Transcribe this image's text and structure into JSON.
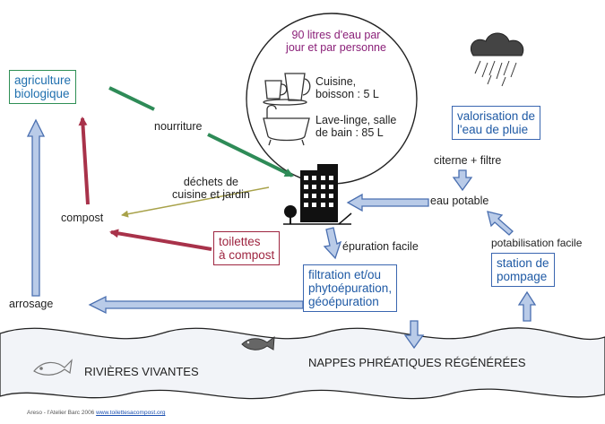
{
  "usage": {
    "title": "90 litres d'eau par\njour et par personne",
    "cuisine": "Cuisine,\nboisson : 5 L",
    "lavage": "Lave-linge, salle\nde bain : 85 L"
  },
  "boxes": {
    "agriculture": "agriculture\nbiologique",
    "valorisation": "valorisation de\nl'eau de pluie",
    "toilettes": "toilettes\nà compost",
    "filtration": "filtration et/ou\nphytoépuration,\ngéoépuration",
    "station": "station de\npompage"
  },
  "labels": {
    "nourriture": "nourriture",
    "dechets": "déchets de\ncuisine et jardin",
    "compost": "compost",
    "citerne": "citerne + filtre",
    "eau_potable": "eau potable",
    "epuration": "épuration facile",
    "potabilisation": "potabilisation facile",
    "arrosage": "arrosage",
    "rivieres": "RIVIÈRES VIVANTES",
    "nappes": "NAPPES PHRÉATIQUES RÉGÉNÉRÉES"
  },
  "credit": {
    "text": "Areso - l'Atelier Barc 2006",
    "link": "www.toilettesacompost.org"
  },
  "colors": {
    "green_arrow": "#2e8b57",
    "red_arrow": "#a8324a",
    "blue_arrow_fill": "#b9cbe8",
    "blue_arrow_stroke": "#4a6fb0",
    "olive_arrow": "#a8a24a",
    "usage_title": "#8a1f78"
  }
}
